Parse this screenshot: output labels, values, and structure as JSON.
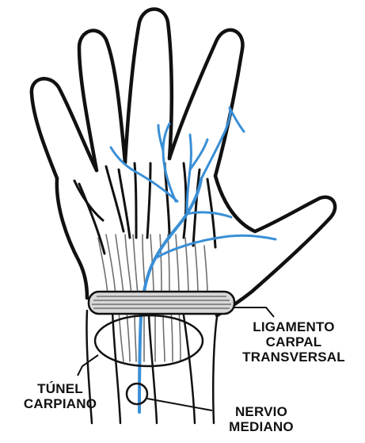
{
  "labels": {
    "ligamento": [
      "LIGAMENTO",
      "CARPAL",
      "TRANSVERSAL"
    ],
    "tunel": [
      "TÚNEL",
      "CARPIANO"
    ],
    "nervio": [
      "NERVIO",
      "MEDIANO"
    ]
  },
  "colors": {
    "outline": "#111111",
    "nerve": "#3a8fd6",
    "tendon": "#6f6f6f",
    "ligament_fill": "#d8d8d8",
    "ligament_stripe": "#8a8a8a",
    "background": "#ffffff"
  }
}
